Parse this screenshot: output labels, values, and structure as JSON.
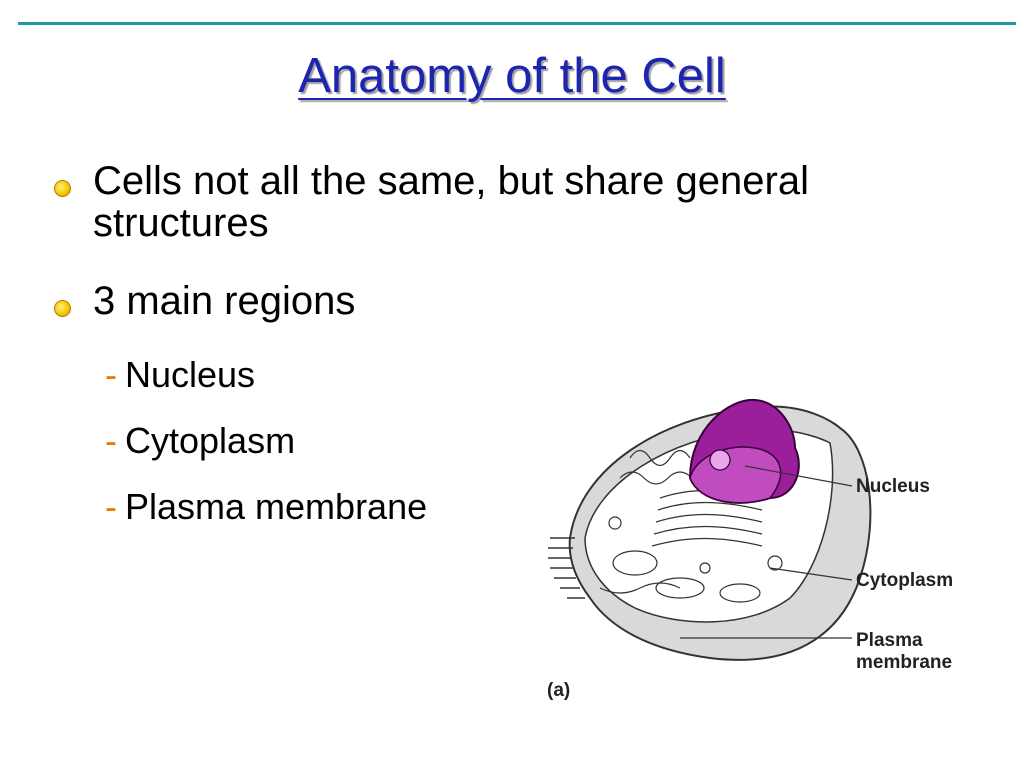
{
  "slide": {
    "title": "Anatomy of the Cell",
    "bullets": [
      "Cells not all the same, but share general structures",
      "3 main regions"
    ],
    "subitems": [
      {
        "dash": "-",
        "text": "Nucleus"
      },
      {
        "dash": "-",
        "text": "Cytoplasm"
      },
      {
        "dash": "-",
        "text": "Plasma membrane"
      }
    ]
  },
  "figure": {
    "labels": {
      "nucleus": "Nucleus",
      "cytoplasm": "Cytoplasm",
      "plasma_line1": "Plasma",
      "plasma_line2": "membrane",
      "panel": "(a)"
    },
    "colors": {
      "nucleus": "#9b1f9b",
      "membrane": "#d9d9d9",
      "accent_rule": "#1a9a9a",
      "title": "#1d24b0",
      "dash": "#e67c00"
    }
  }
}
